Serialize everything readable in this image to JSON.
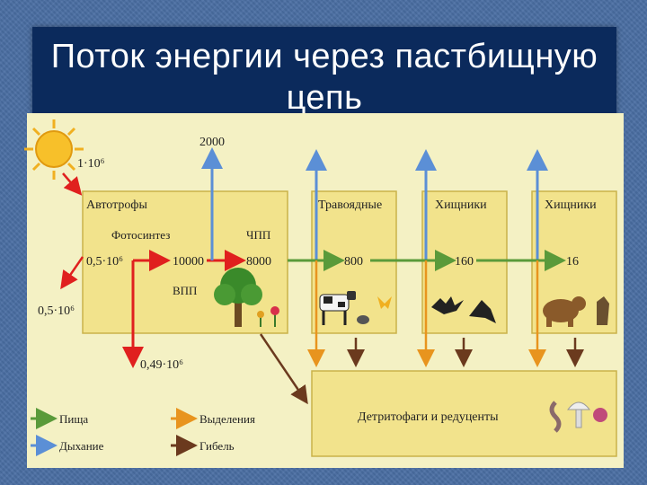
{
  "title": "Поток энергии через пастбищную цепь",
  "diagram": {
    "sun_input": "1·10⁶",
    "reflected": "0,5·10⁶",
    "absorbed": "0,5·10⁶",
    "not_used": "0,49·10⁶",
    "respiration_value": "2000",
    "autotrophs": {
      "title": "Автотрофы",
      "photosynthesis": "Фотосинтез",
      "gpp": "ВПП",
      "npp": "ЧПП",
      "gpp_value": "10000",
      "npp_value": "8000"
    },
    "herbivores": {
      "title": "Травоядные",
      "value": "800"
    },
    "predators1": {
      "title": "Хищники",
      "value": "160"
    },
    "predators2": {
      "title": "Хищники",
      "value": "16"
    },
    "decomposers": "Детритофаги и редуценты",
    "legend": [
      {
        "label": "Пища",
        "color": "#5a9a3a"
      },
      {
        "label": "Выделения",
        "color": "#e8941e"
      },
      {
        "label": "Дыхание",
        "color": "#5b8fd6"
      },
      {
        "label": "Гибель",
        "color": "#6b3a1e"
      }
    ]
  }
}
